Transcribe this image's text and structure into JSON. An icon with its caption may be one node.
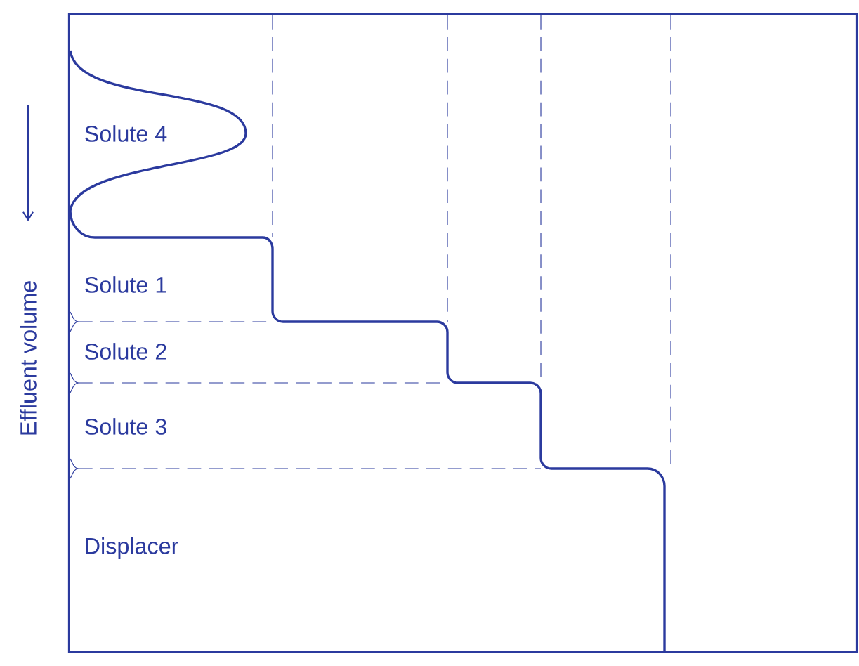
{
  "diagram": {
    "labels": [
      "Effluent volume",
      "Solute 4",
      "Solute 1",
      "Solute 2",
      "Solute 3",
      "Displacer"
    ]
  }
}
